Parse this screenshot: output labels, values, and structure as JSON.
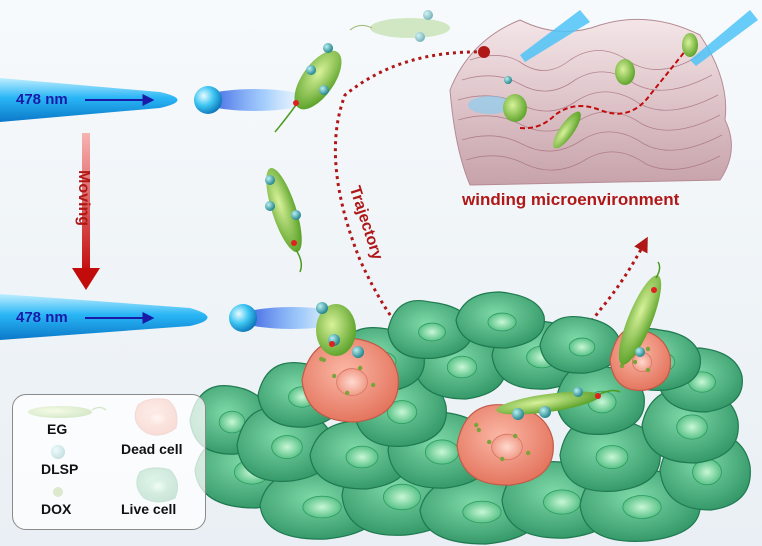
{
  "laser_top": {
    "wavelength_label": "478 nm"
  },
  "laser_bottom": {
    "wavelength_label": "478 nm"
  },
  "moving_label": "Moving",
  "trajectory_label": "Trajectory",
  "microenvironment_label": "winding microenvironment",
  "legend": {
    "eg_label": "EG",
    "dlsp_label": "DLSP",
    "dox_label": "DOX",
    "dead_cell_label": "Dead cell",
    "live_cell_label": "Live cell"
  },
  "colors": {
    "laser_blue": "#29b6f6",
    "trajectory_red": "#b01818",
    "eg_green": "#7cc43a",
    "dlsp_teal": "#2aa0a8",
    "dox_green": "#6b9a2a",
    "dead_cell": "#f28b76",
    "live_cell": "#3fae78"
  }
}
